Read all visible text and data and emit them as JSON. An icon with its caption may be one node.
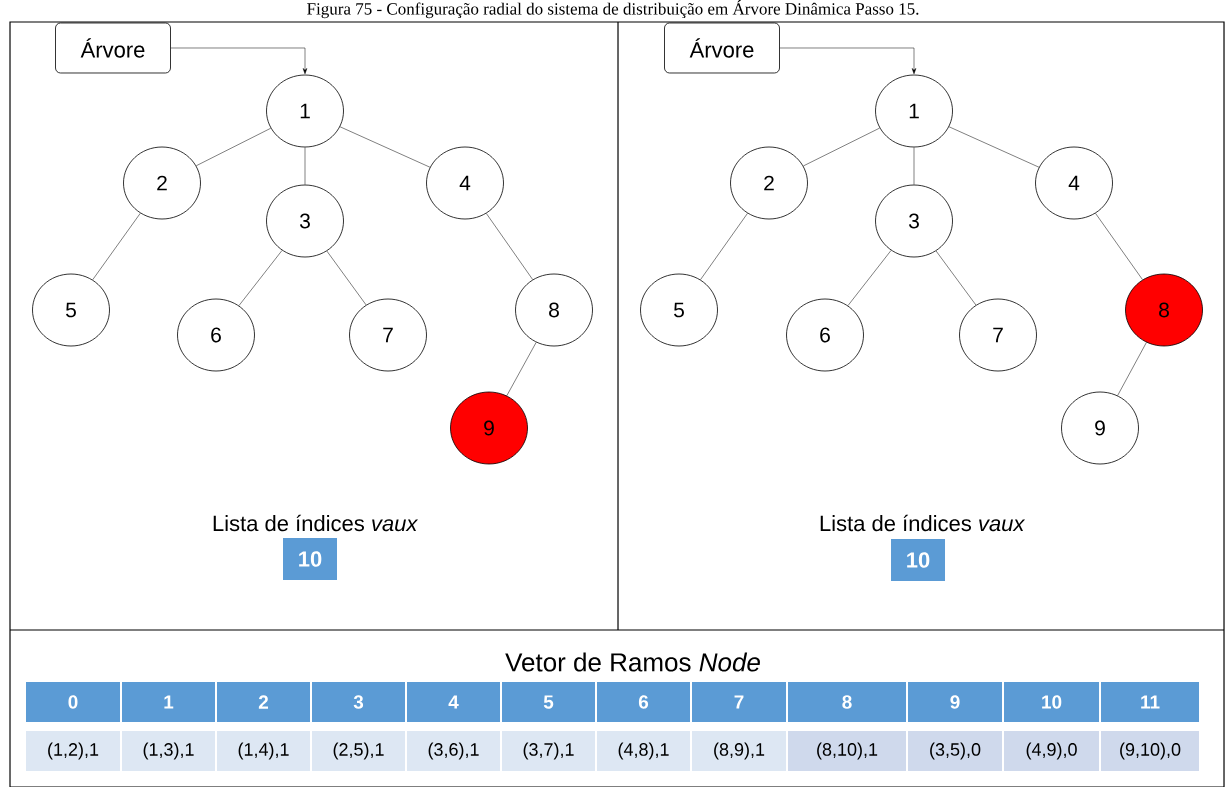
{
  "diagram": {
    "title": "Figura 75 - Configuração radial do sistema de distribuição em Árvore Dinâmica Passo 15.",
    "nodes": [
      {
        "text": [
          "Árvore"
        ]
      },
      {
        "text": [
          "1"
        ]
      },
      {
        "text": [
          "2"
        ]
      },
      {
        "text": [
          "3"
        ]
      },
      {
        "text": [
          "4"
        ]
      },
      {
        "text": [
          "5"
        ]
      },
      {
        "text": [
          "6"
        ]
      },
      {
        "text": [
          "7"
        ]
      },
      {
        "text": [
          "8"
        ]
      },
      {
        "text": [
          "9"
        ]
      },
      {
        "text": [
          "Árvore"
        ]
      },
      {
        "text": [
          "1"
        ]
      },
      {
        "text": [
          "2"
        ]
      },
      {
        "text": [
          "3"
        ]
      },
      {
        "text": [
          "4"
        ]
      },
      {
        "text": [
          "5"
        ]
      },
      {
        "text": [
          "6"
        ]
      },
      {
        "text": [
          "7"
        ]
      },
      {
        "text": [
          "8"
        ]
      },
      {
        "text": [
          "9"
        ]
      }
    ],
    "edges": [
      {
        "from": 0,
        "to": 1,
        "arrow": "to"
      },
      {
        "from": 1,
        "to": 2,
        "arrow": "none"
      },
      {
        "from": 1,
        "to": 3,
        "arrow": "none"
      },
      {
        "from": 1,
        "to": 4,
        "arrow": "none"
      },
      {
        "from": 2,
        "to": 5,
        "arrow": "none"
      },
      {
        "from": 3,
        "to": 6,
        "arrow": "none"
      },
      {
        "from": 3,
        "to": 7,
        "arrow": "none"
      },
      {
        "from": 4,
        "to": 8,
        "arrow": "none"
      },
      {
        "from": 8,
        "to": 9,
        "arrow": "none"
      },
      {
        "from": 10,
        "to": 11,
        "arrow": "to"
      },
      {
        "from": 11,
        "to": 12,
        "arrow": "none"
      },
      {
        "from": 11,
        "to": 13,
        "arrow": "none"
      },
      {
        "from": 11,
        "to": 14,
        "arrow": "none"
      },
      {
        "from": 12,
        "to": 15,
        "arrow": "none"
      },
      {
        "from": 13,
        "to": 16,
        "arrow": "none"
      },
      {
        "from": 13,
        "to": 17,
        "arrow": "none"
      },
      {
        "from": 14,
        "to": 18,
        "arrow": "none"
      },
      {
        "from": 18,
        "to": 19,
        "arrow": "none"
      }
    ],
    "labels": [
      "Lista de índices *vaux*",
      "10",
      "Lista de índices *vaux*",
      "10",
      "Vetor de Ramos *Node*",
      "0",
      "1",
      "2",
      "3",
      "4",
      "5",
      "6",
      "7",
      "8",
      "9",
      "10",
      "11",
      "(1,2),1",
      "(1,3),1",
      "(1,4),1",
      "(2,5),1",
      "(3,6),1",
      "(3,7),1",
      "(4,8),1",
      "(8,9),1",
      "(8,10),1",
      "(3,5),0",
      "(4,9),0",
      "(9,10),0"
    ]
  }
}
